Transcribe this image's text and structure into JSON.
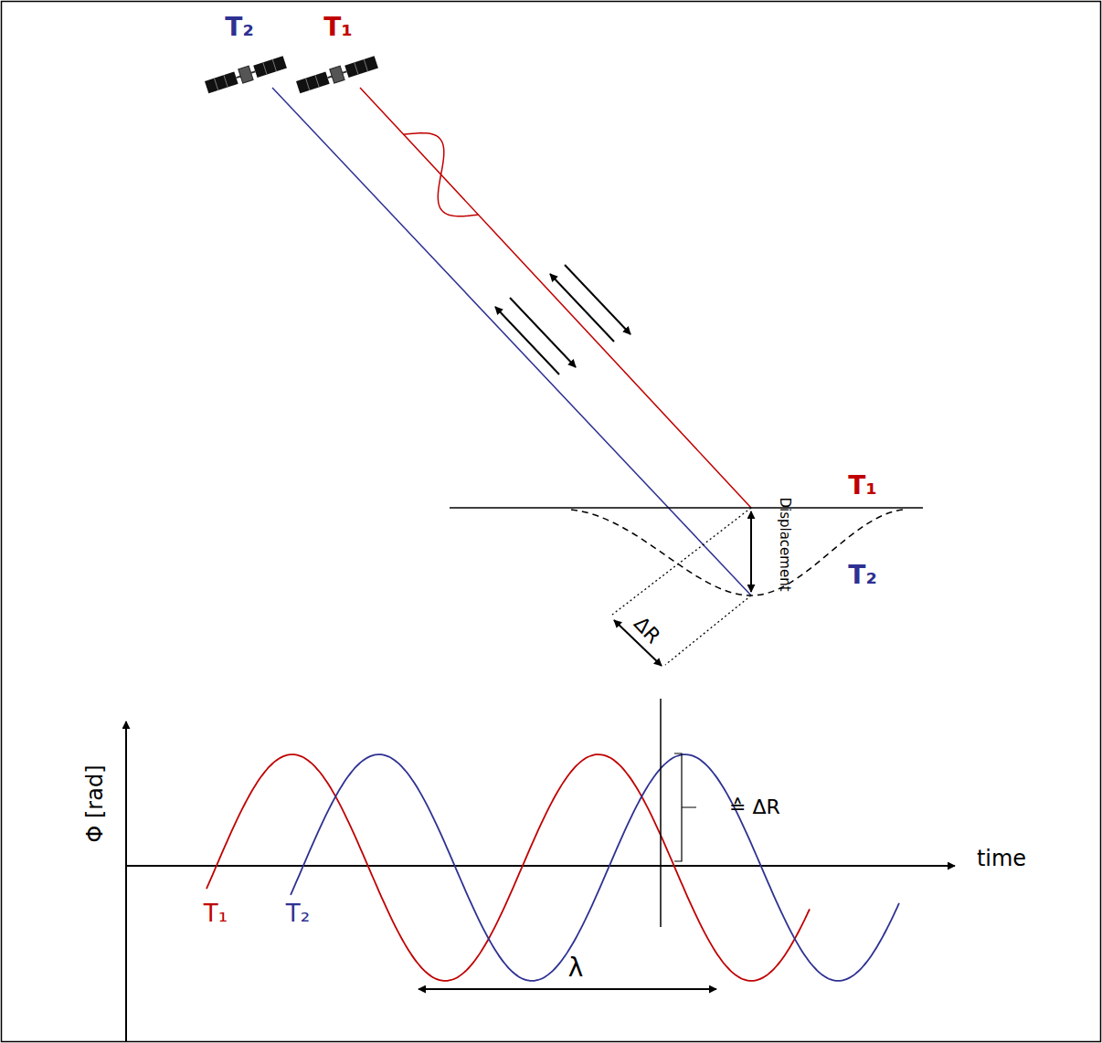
{
  "diagram": {
    "labels": [
      "T₂",
      "T₁",
      "Displacement",
      "T₁",
      "T₂",
      "ΔR",
      "Φ [rad]",
      "time",
      "T₁",
      "T₂",
      "≙ ΔR",
      "λ"
    ]
  }
}
